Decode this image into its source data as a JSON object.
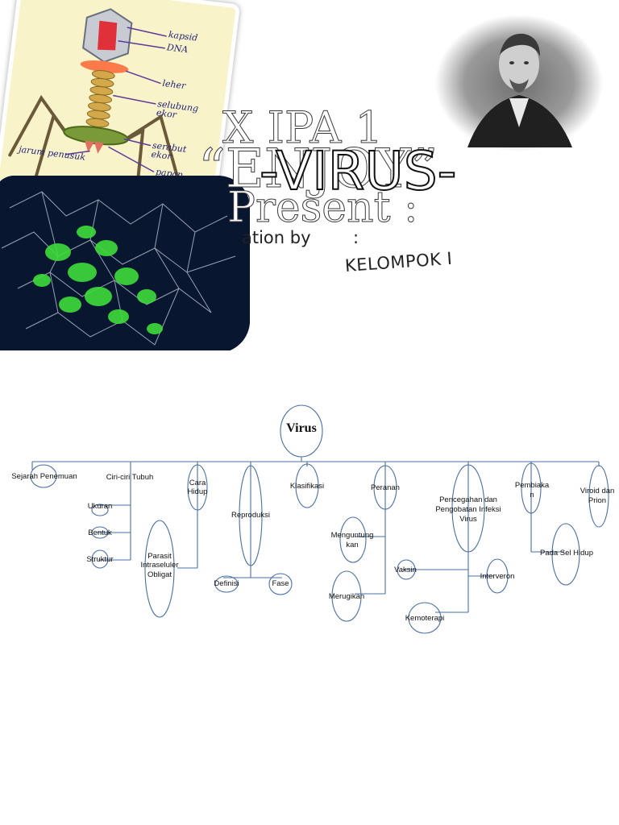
{
  "slide1": {
    "class_title": "X IPA 1",
    "entry_title": "“ENJOY”",
    "virus_title": "-VIRUS-",
    "present_text": "Present :",
    "presentation_by": "ation by",
    "colon": ":",
    "group_name": "KELOMPOK I",
    "phage_labels": {
      "kapsid": "kapsid",
      "dna": "DNA",
      "leher": "leher",
      "selubung_ekor": "selubung ekor",
      "serabut_ekor": "serabut ekor",
      "papan_dasar": "papan dasar",
      "jarum_penusuk": "jarum penusuk"
    }
  },
  "concept_map": {
    "root": "Virus",
    "sejarah": "Sejarah Penemuan",
    "ciri": "Ciri-ciri Tubuh",
    "ukuran": "Ukuran",
    "bentuk": "Bentuk",
    "struktur": "Struktur",
    "cara_hidup_1": "Cara",
    "cara_hidup_2": "Hidup",
    "parasit_1": "Parasit",
    "parasit_2": "Intraseluler",
    "parasit_3": "Obligat",
    "reproduksi": "Reproduksi",
    "definisi": "Definisi",
    "fase": "Fase",
    "klasifikasi": "Klasifikasi",
    "peranan": "Peranan",
    "menguntungkan_1": "Menguntung",
    "menguntungkan_2": "kan",
    "merugikan": "Merugikan",
    "pencegahan_1": "Pencegahan dan",
    "pencegahan_2": "Pengobatan Infeksi",
    "pencegahan_3": "Virus",
    "vaksin": "Vaksin",
    "interveron": "Interveron",
    "kemoterapi": "Kemoterapi",
    "pembiakan_1": "Pembiaka",
    "pembiakan_2": "n",
    "pada_sel": "Pada Sel Hidup",
    "viroid_1": "Viroid dan",
    "viroid_2": "Prion"
  },
  "colors": {
    "line": "#4a6fa5",
    "text": "#111111"
  }
}
